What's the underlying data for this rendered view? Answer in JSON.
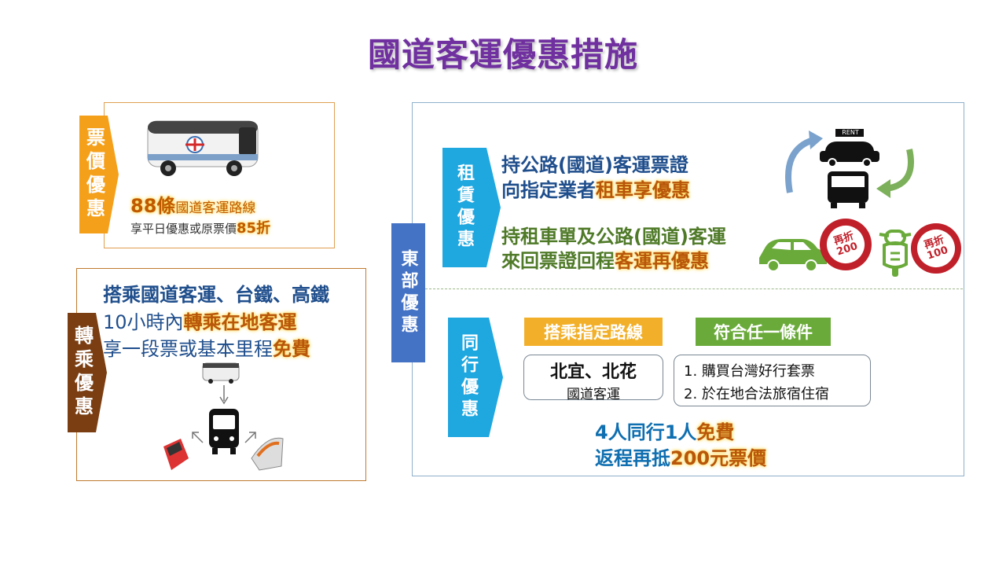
{
  "title": "國道客運優惠措施",
  "fare": {
    "label": "票價優惠",
    "route_count": "88條",
    "route_text": "國道客運路線",
    "discount_prefix": "享平日優惠或原票價",
    "discount_value": "85折"
  },
  "transfer": {
    "label": "轉乘優惠",
    "line1": "搭乘國道客運、台鐵、高鐵",
    "line2_prefix": "10小時內",
    "line2_highlight": "轉乘在地客運",
    "line3_prefix": "享一段票或基本里程",
    "line3_highlight": "免費"
  },
  "east": {
    "label": "東部優惠",
    "rental": {
      "label": "租賃優惠",
      "line1": "持公路(國道)客運票證",
      "line2_prefix": "向指定業者",
      "line2_highlight": "租車享優惠",
      "line3": "持租車單及公路(國道)客運",
      "line4_prefix": "來回票證回程",
      "line4_highlight": "客運再優惠",
      "rent_sign": "RENT",
      "sign1_top": "再折",
      "sign1_value": "200",
      "sign2_top": "再折",
      "sign2_value": "100"
    },
    "group": {
      "label": "同行優惠",
      "tag_route": "搭乘指定路線",
      "tag_condition": "符合任一條件",
      "route_main": "北宜、北花",
      "route_sub": "國道客運",
      "cond1": "1. 購買台灣好行套票",
      "cond2": "2. 於在地合法旅宿住宿",
      "bottom1_prefix": "4人同行1人",
      "bottom1_highlight": "免費",
      "bottom2_prefix": "返程再抵",
      "bottom2_highlight": "200元票價"
    }
  },
  "colors": {
    "title": "#7030a0",
    "orange": "#f5a01a",
    "brown": "#7a3e12",
    "blue_label": "#4472c4",
    "cyan": "#1fa7e0",
    "tag_orange": "#f2b02a",
    "tag_green": "#6aaa3a"
  }
}
